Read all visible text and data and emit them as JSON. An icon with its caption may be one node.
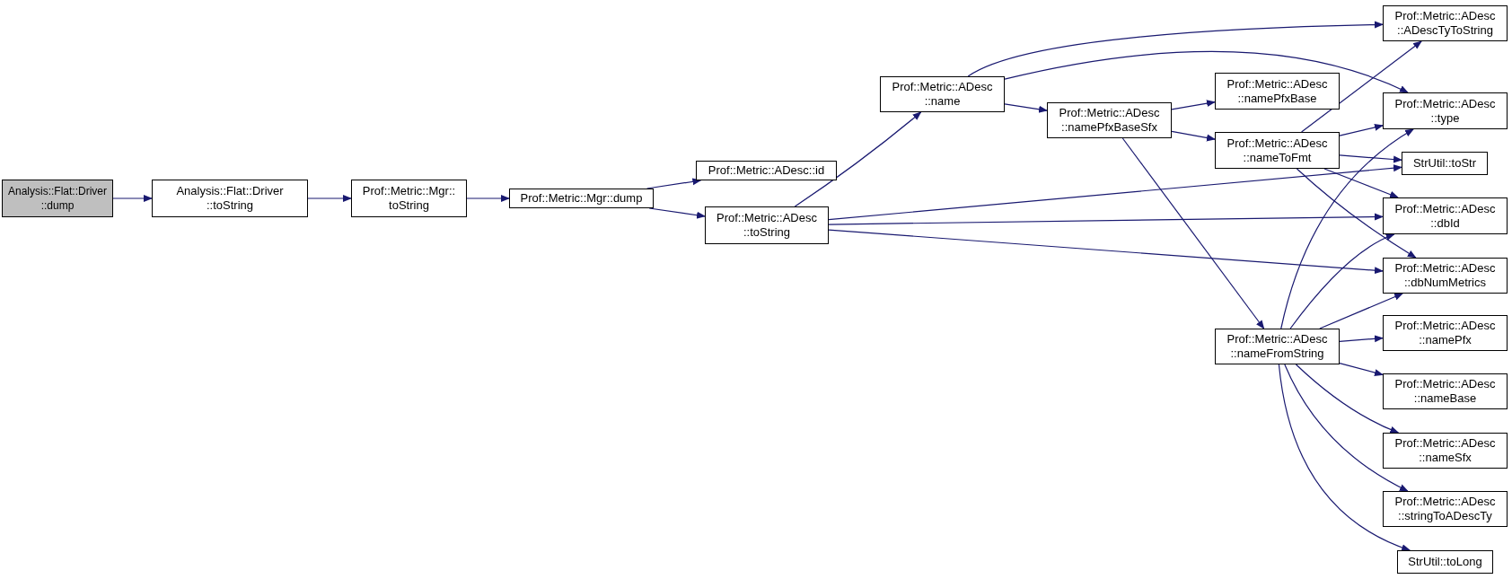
{
  "diagram": {
    "nodes": [
      {
        "text": [
          "Analysis::Flat::Driver ::dump"
        ]
      },
      {
        "text": [
          "Analysis::Flat::Driver ::toString"
        ]
      },
      {
        "text": [
          "Prof::Metric::Mgr:: toString"
        ]
      },
      {
        "text": [
          "Prof::Metric::Mgr::dump"
        ]
      },
      {
        "text": [
          "Prof::Metric::ADesc::id"
        ]
      },
      {
        "text": [
          "Prof::Metric::ADesc ::toString"
        ]
      },
      {
        "text": [
          "Prof::Metric::ADesc ::name"
        ]
      },
      {
        "text": [
          "Prof::Metric::ADesc ::namePfxBaseSfx"
        ]
      },
      {
        "text": [
          "Prof::Metric::ADesc ::namePfxBase"
        ]
      },
      {
        "text": [
          "Prof::Metric::ADesc ::nameToFmt"
        ]
      },
      {
        "text": [
          "Prof::Metric::ADesc ::nameFromString"
        ]
      },
      {
        "text": [
          "Prof::Metric::ADesc ::ADescTyToString"
        ]
      },
      {
        "text": [
          "Prof::Metric::ADesc ::type"
        ]
      },
      {
        "text": [
          "StrUtil::toStr"
        ]
      },
      {
        "text": [
          "Prof::Metric::ADesc ::dbId"
        ]
      },
      {
        "text": [
          "Prof::Metric::ADesc ::dbNumMetrics"
        ]
      },
      {
        "text": [
          "Prof::Metric::ADesc ::namePfx"
        ]
      },
      {
        "text": [
          "Prof::Metric::ADesc ::nameBase"
        ]
      },
      {
        "text": [
          "Prof::Metric::ADesc ::nameSfx"
        ]
      },
      {
        "text": [
          "Prof::Metric::ADesc ::stringToADescTy"
        ]
      },
      {
        "text": [
          "StrUtil::toLong"
        ]
      }
    ],
    "edges": [
      {
        "from": 0,
        "to": 1,
        "arrow": "to"
      },
      {
        "from": 1,
        "to": 2,
        "arrow": "to"
      },
      {
        "from": 2,
        "to": 3,
        "arrow": "to"
      },
      {
        "from": 3,
        "to": 4,
        "arrow": "to"
      },
      {
        "from": 3,
        "to": 5,
        "arrow": "to"
      },
      {
        "from": 5,
        "to": 6,
        "arrow": "to"
      },
      {
        "from": 5,
        "to": 13,
        "arrow": "to"
      },
      {
        "from": 5,
        "to": 14,
        "arrow": "to"
      },
      {
        "from": 5,
        "to": 15,
        "arrow": "to"
      },
      {
        "from": 6,
        "to": 11,
        "arrow": "to"
      },
      {
        "from": 6,
        "to": 12,
        "arrow": "to"
      },
      {
        "from": 6,
        "to": 7,
        "arrow": "to"
      },
      {
        "from": 7,
        "to": 8,
        "arrow": "to"
      },
      {
        "from": 7,
        "to": 9,
        "arrow": "to"
      },
      {
        "from": 7,
        "to": 10,
        "arrow": "to"
      },
      {
        "from": 9,
        "to": 11,
        "arrow": "to"
      },
      {
        "from": 9,
        "to": 12,
        "arrow": "to"
      },
      {
        "from": 9,
        "to": 13,
        "arrow": "to"
      },
      {
        "from": 9,
        "to": 14,
        "arrow": "to"
      },
      {
        "from": 9,
        "to": 15,
        "arrow": "to"
      },
      {
        "from": 10,
        "to": 12,
        "arrow": "to"
      },
      {
        "from": 10,
        "to": 14,
        "arrow": "to"
      },
      {
        "from": 10,
        "to": 15,
        "arrow": "to"
      },
      {
        "from": 10,
        "to": 16,
        "arrow": "to"
      },
      {
        "from": 10,
        "to": 17,
        "arrow": "to"
      },
      {
        "from": 10,
        "to": 18,
        "arrow": "to"
      },
      {
        "from": 10,
        "to": 19,
        "arrow": "to"
      },
      {
        "from": 10,
        "to": 20,
        "arrow": "to"
      }
    ]
  }
}
